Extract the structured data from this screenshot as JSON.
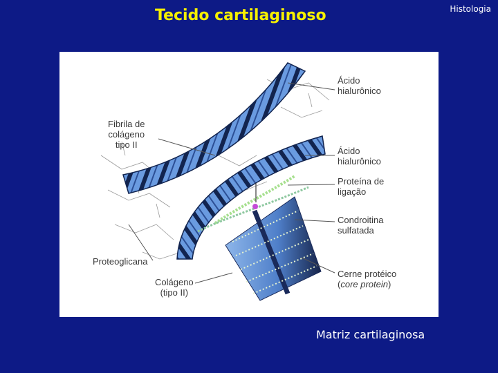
{
  "slide": {
    "title": "Tecido cartilaginoso",
    "corner_label": "Histologia",
    "caption": "Matriz cartilaginosa"
  },
  "figure": {
    "labels": {
      "acido1_l1": "Ácido",
      "acido1_l2": "hialurônico",
      "fibrila_l1": "Fibrila de",
      "fibrila_l2": "colágeno",
      "fibrila_l3": "tipo II",
      "acido2_l1": "Ácido",
      "acido2_l2": "hialurônico",
      "proteina_l1": "Proteína de",
      "proteina_l2": "ligação",
      "condroitina_l1": "Condroitina",
      "condroitina_l2": "sulfatada",
      "proteoglicana": "Proteoglicana",
      "cerne_l1": "Cerne protéico",
      "cerne_l2a": "(",
      "cerne_l2b": "core protein",
      "cerne_l2c": ")",
      "colageno_l1": "Colágeno",
      "colageno_l2": "(tipo II)"
    },
    "colors": {
      "fibril_light": "#5b8fd6",
      "fibril_dark": "#0f1f45",
      "core_protein": "#1a2a5a",
      "chain": "#a7e08f"
    }
  }
}
